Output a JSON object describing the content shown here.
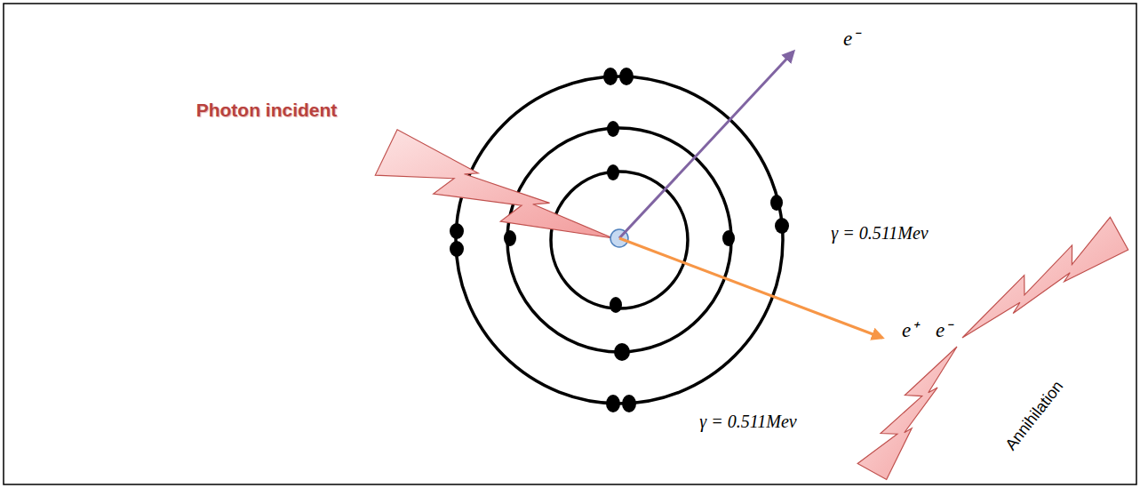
{
  "diagram": {
    "labels": [
      "Photon incident",
      "e⁻",
      "γ = 0.511Mev",
      "e⁺",
      "e⁻",
      "γ = 0.511Mev",
      "Annihilation"
    ]
  }
}
